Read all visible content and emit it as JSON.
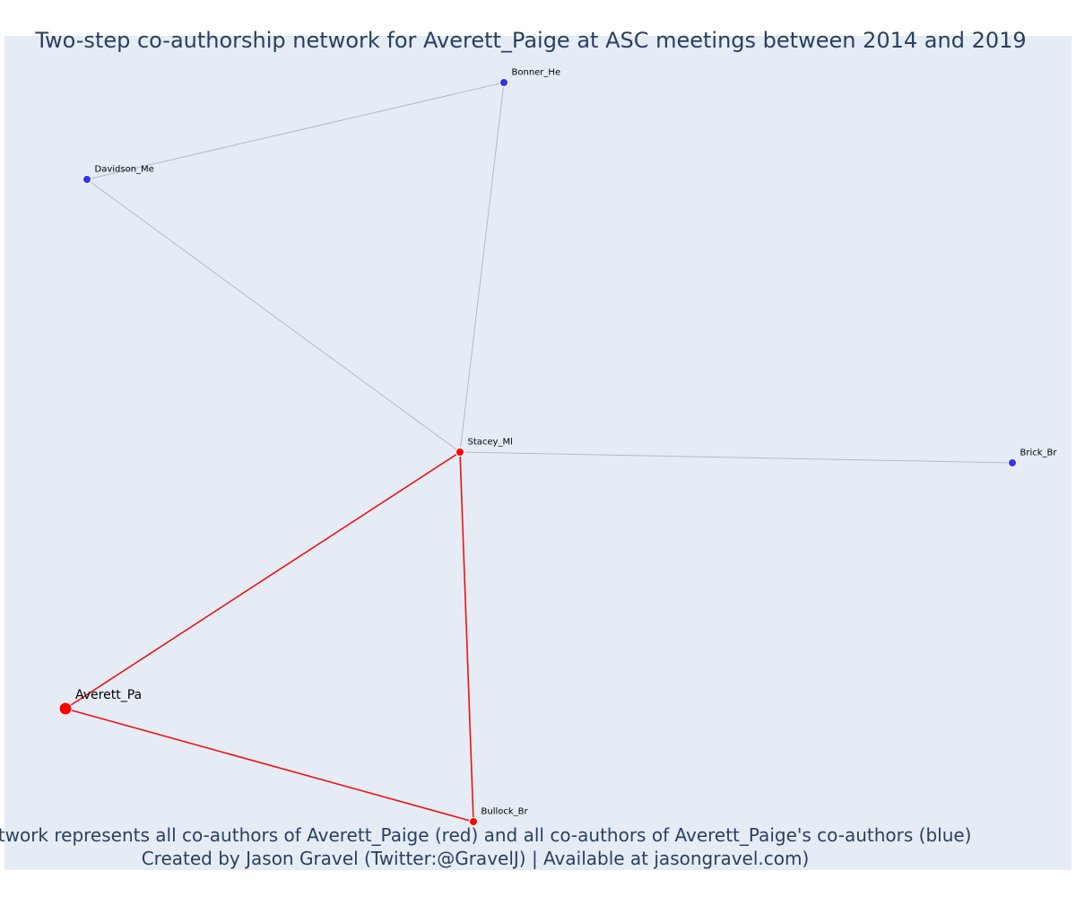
{
  "title": "Two-step co-authorship network for Averett_Paige at ASC meetings between 2014 and 2019",
  "caption": {
    "line1": "Network represents all co-authors of Averett_Paige (red) and all co-authors of Averett_Paige's co-authors (blue)",
    "line2": "Created by Jason Gravel (Twitter:@GravelJ) | Available at jasongravel.com)"
  },
  "colors": {
    "background": "#e5ecf6",
    "first_degree": "#ff0000",
    "second_degree": "#3333ee",
    "edge_first": "#ee1111",
    "edge_second": "#b4b9cc",
    "node_outline": "#ffffff"
  },
  "nodes": [
    {
      "id": "Averett_Pa",
      "label": "Averett_Pa",
      "group": "focal"
    },
    {
      "id": "Stacey_Ml",
      "label": "Stacey_Ml",
      "group": "coauthor"
    },
    {
      "id": "Bullock_Br",
      "label": "Bullock_Br",
      "group": "coauthor"
    },
    {
      "id": "Bonner_He",
      "label": "Bonner_He",
      "group": "second"
    },
    {
      "id": "Davidson_Me",
      "label": "Davidson_Me",
      "group": "second"
    },
    {
      "id": "Brick_Br",
      "label": "Brick_Br",
      "group": "second"
    }
  ],
  "edges": [
    {
      "source": "Averett_Pa",
      "target": "Stacey_Ml",
      "type": "first"
    },
    {
      "source": "Averett_Pa",
      "target": "Bullock_Br",
      "type": "first"
    },
    {
      "source": "Stacey_Ml",
      "target": "Bullock_Br",
      "type": "first"
    },
    {
      "source": "Stacey_Ml",
      "target": "Davidson_Me",
      "type": "second"
    },
    {
      "source": "Stacey_Ml",
      "target": "Bonner_He",
      "type": "second"
    },
    {
      "source": "Stacey_Ml",
      "target": "Brick_Br",
      "type": "second"
    },
    {
      "source": "Davidson_Me",
      "target": "Bonner_He",
      "type": "second"
    }
  ]
}
